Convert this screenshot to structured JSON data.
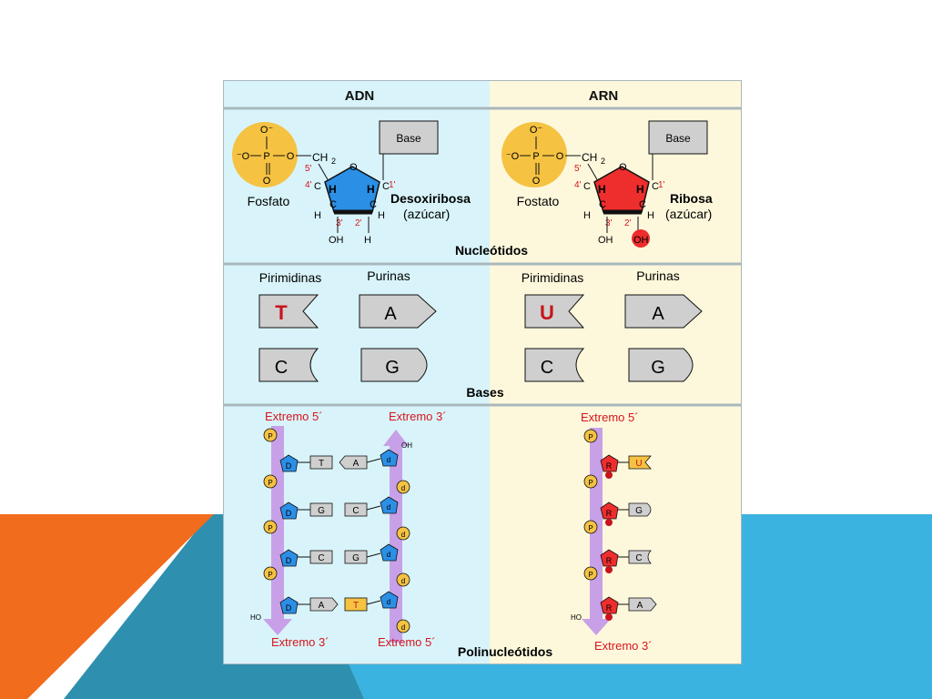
{
  "colors": {
    "cyan_panel": "#d8f4fa",
    "cream_panel": "#fdf8dc",
    "phosphate": "#f5c242",
    "deoxyribose": "#2b8fe6",
    "ribose": "#ee2d2d",
    "strand": "#c8a0e8",
    "base_gray": "#cfcfcf",
    "label_red": "#d8141c",
    "slide_orange": "#f26c1d",
    "slide_blue": "#3bb3e0",
    "slide_teal": "#2f8fae"
  },
  "header": {
    "adn": "ADN",
    "arn": "ARN"
  },
  "nucleotides": {
    "section_label": "Nucleótidos",
    "phosphate_o_top": "O⁻",
    "phosphate_o_left": "⁻O",
    "phosphate_p": "P",
    "phosphate_o_mid": "O",
    "phosphate_o_bottom": "O",
    "ch2": "CH",
    "ch2_sub": "2",
    "ring_o": "O",
    "carbon": "C",
    "h": "H",
    "oh": "OH",
    "c1": "1'",
    "c2": "2'",
    "c3": "3'",
    "c4": "4'",
    "c5": "5'",
    "base_box": "Base",
    "adn_phosphate_label": "Fosfato",
    "arn_phosphate_label": "Fostato",
    "adn_sugar_name": "Desoxiribosa",
    "arn_sugar_name": "Ribosa",
    "sugar_note": "(azúcar)"
  },
  "bases": {
    "section_label": "Bases",
    "pyrimidines": "Pirimidinas",
    "purines": "Purinas",
    "adn": {
      "pyr1": "T",
      "pur1": "A",
      "pyr2": "C",
      "pur2": "G"
    },
    "arn": {
      "pyr1": "U",
      "pur1": "A",
      "pyr2": "C",
      "pur2": "G"
    }
  },
  "polynucleotides": {
    "section_label": "Polinucleótidos",
    "end5": "Extremo 5´",
    "end3": "Extremo 3´",
    "p": "P",
    "d": "D",
    "d_small": "d",
    "r": "R",
    "oh": "OH",
    "ho": "HO",
    "adn_left_bases": [
      "T",
      "G",
      "C",
      "A"
    ],
    "adn_right_bases": [
      "A",
      "C",
      "G",
      "T"
    ],
    "arn_bases": [
      "U",
      "G",
      "C",
      "A"
    ]
  }
}
